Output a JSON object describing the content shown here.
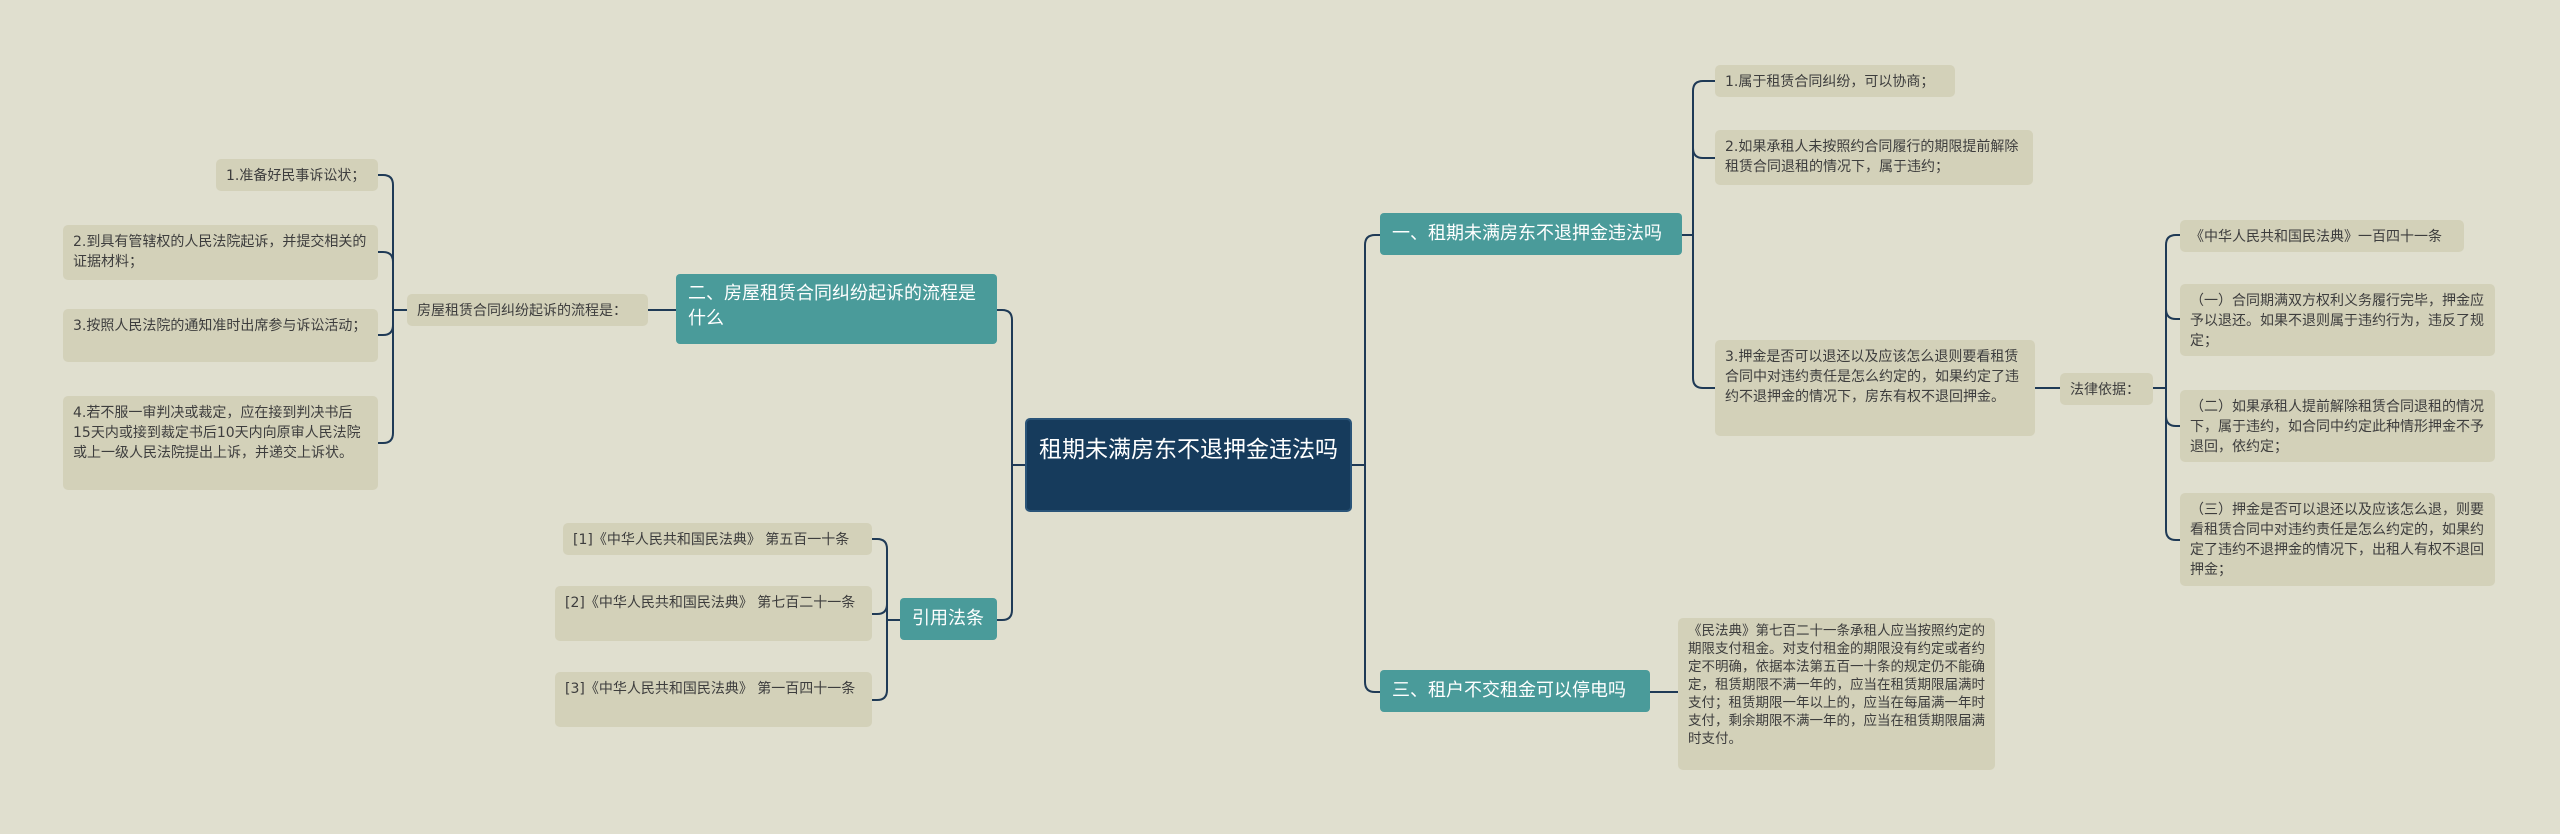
{
  "mindmap": {
    "root": "租期未满房东不退押金违法吗",
    "branches": {
      "b1": {
        "label": "一、租期未满房东不退押金违法吗",
        "leaf1": "1.属于租赁合同纠纷，可以协商；",
        "leaf2": "2.如果承租人未按照约合同履行的期限提前解除租赁合同退租的情况下，属于违约；",
        "leaf3": "3.押金是否可以退还以及应该怎么退则要看租赁合同中对违约责任是怎么约定的，如果约定了违约不退押金的情况下，房东有权不退回押金。",
        "legal_basis": {
          "label": "法律依据：",
          "items": [
            "《中华人民共和国民法典》一百四十一条",
            "（一）合同期满双方权利义务履行完毕，押金应予以退还。如果不退则属于违约行为，违反了规定；",
            "（二）如果承租人提前解除租赁合同退租的情况下，属于违约，如合同中约定此种情形押金不予退回，依约定；",
            "（三）押金是否可以退还以及应该怎么退，则要看租赁合同中对违约责任是怎么约定的，如果约定了违约不退押金的情况下，出租人有权不退回押金；"
          ]
        }
      },
      "b2": {
        "label": "二、房屋租赁合同纠纷起诉的流程是什么",
        "sub": "房屋租赁合同纠纷起诉的流程是：",
        "steps": [
          "1.准备好民事诉讼状；",
          "2.到具有管辖权的人民法院起诉，并提交相关的证据材料；",
          "3.按照人民法院的通知准时出席参与诉讼活动；",
          "4.若不服一审判决或裁定，应在接到判决书后15天内或接到裁定书后10天内向原审人民法院或上一级人民法院提出上诉，并递交上诉状。"
        ]
      },
      "b3": {
        "label": "三、租户不交租金可以停电吗",
        "leaf": "《民法典》第七百二十一条承租人应当按照约定的期限支付租金。对支付租金的期限没有约定或者约定不明确，依据本法第五百一十条的规定仍不能确定，租赁期限不满一年的，应当在租赁期限届满时支付；租赁期限一年以上的，应当在每届满一年时支付，剩余期限不满一年的，应当在租赁期限届满时支付。"
      },
      "b4": {
        "label": "引用法条",
        "items": [
          "[1]《中华人民共和国民法典》 第五百一十条",
          "[2]《中华人民共和国民法典》 第七百二十一条",
          "[3]《中华人民共和国民法典》 第一百四十一条"
        ]
      }
    },
    "colors": {
      "background": "#e0dfcf",
      "root": "#163b5c",
      "branch": "#4a9b9a",
      "leaf": "#d3d1b9",
      "line": "#1f3a56"
    }
  }
}
